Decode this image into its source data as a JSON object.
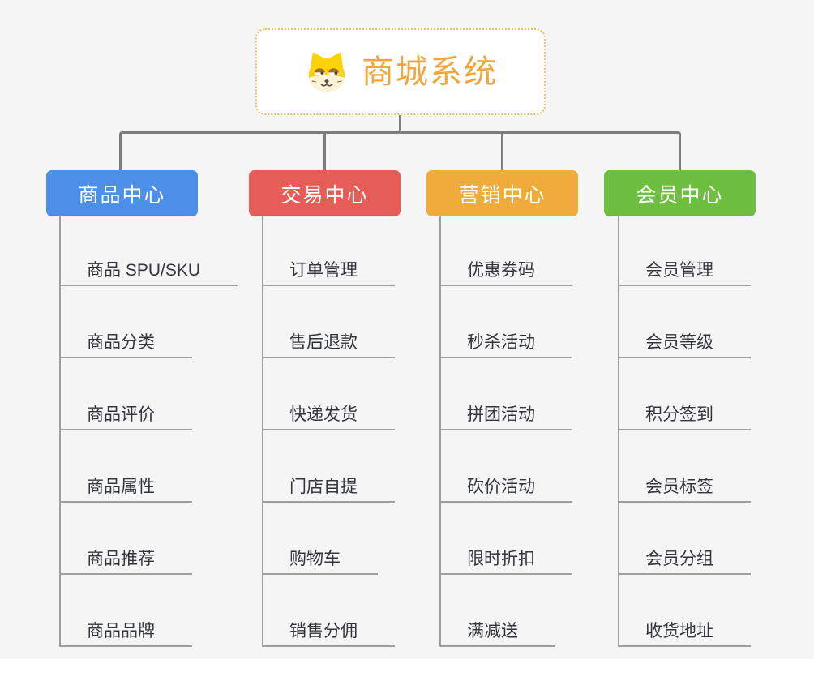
{
  "page": {
    "background_color": "#f5f5f5",
    "bottom_strip_color": "#ffffff",
    "connector_color": "#7d7d7d",
    "child_line_color": "#9e9e9e"
  },
  "root": {
    "title": "商城系统",
    "icon": "shiba-dog-icon",
    "text_color": "#f0a63c",
    "border_color": "#f2bd67",
    "background_color": "#ffffff"
  },
  "branches": [
    {
      "label": "商品中心",
      "color": "#4b8fe8",
      "children": [
        "商品 SPU/SKU",
        "商品分类",
        "商品评价",
        "商品属性",
        "商品推荐",
        "商品品牌"
      ]
    },
    {
      "label": "交易中心",
      "color": "#e65c56",
      "children": [
        "订单管理",
        "售后退款",
        "快递发货",
        "门店自提",
        "购物车",
        "销售分佣"
      ]
    },
    {
      "label": "营销中心",
      "color": "#efac3b",
      "children": [
        "优惠券码",
        "秒杀活动",
        "拼团活动",
        "砍价活动",
        "限时折扣",
        "满减送"
      ]
    },
    {
      "label": "会员中心",
      "color": "#6ebe3f",
      "children": [
        "会员管理",
        "会员等级",
        "积分签到",
        "会员标签",
        "会员分组",
        "收货地址"
      ]
    }
  ]
}
